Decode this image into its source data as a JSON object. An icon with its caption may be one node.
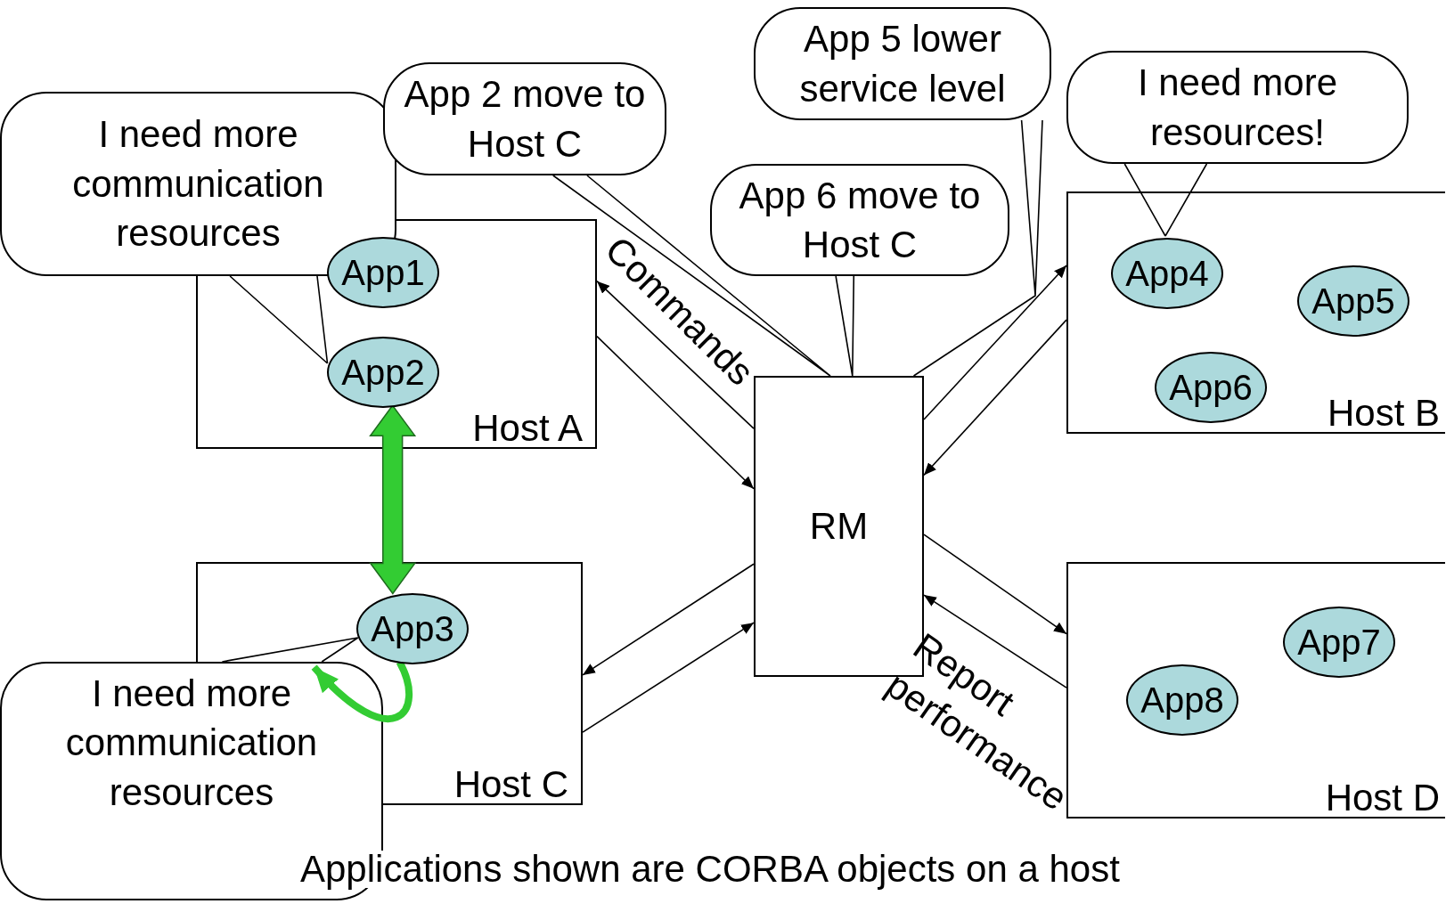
{
  "diagram": {
    "caption": "Applications shown are CORBA objects on a host",
    "nodes": [
      {
        "text": [
          "Host A"
        ]
      },
      {
        "text": [
          "App1"
        ],
        "in": 0
      },
      {
        "text": [
          "App2"
        ],
        "in": 0
      },
      {
        "text": [
          "Host C"
        ]
      },
      {
        "text": [
          "App3"
        ],
        "in": 3
      },
      {
        "text": [
          "Host B"
        ]
      },
      {
        "text": [
          "App4"
        ],
        "in": 5
      },
      {
        "text": [
          "App5"
        ],
        "in": 5
      },
      {
        "text": [
          "App6"
        ],
        "in": 5
      },
      {
        "text": [
          "Host D"
        ]
      },
      {
        "text": [
          "App7"
        ],
        "in": 9
      },
      {
        "text": [
          "App8"
        ],
        "in": 9
      },
      {
        "text": [
          "RM"
        ]
      },
      {
        "text": [
          "I need more communication resources"
        ]
      },
      {
        "text": [
          "App 2 move to Host C"
        ]
      },
      {
        "text": [
          "App 5 lower service level"
        ]
      },
      {
        "text": [
          "App 6 move to Host C"
        ]
      },
      {
        "text": [
          "I need more resources!"
        ]
      },
      {
        "text": [
          "I need more communication resources"
        ]
      }
    ],
    "edges": [
      {
        "from": 12,
        "to": 0,
        "arrow": "to",
        "label": "Commands"
      },
      {
        "from": 0,
        "to": 12,
        "arrow": "to"
      },
      {
        "from": 12,
        "to": 5,
        "arrow": "to"
      },
      {
        "from": 5,
        "to": 12,
        "arrow": "to"
      },
      {
        "from": 12,
        "to": 3,
        "arrow": "to"
      },
      {
        "from": 3,
        "to": 12,
        "arrow": "to"
      },
      {
        "from": 12,
        "to": 9,
        "arrow": "to"
      },
      {
        "from": 9,
        "to": 12,
        "arrow": "to",
        "label": "Report performance"
      },
      {
        "from": 2,
        "to": 4,
        "arrow": "both",
        "style": "thick",
        "color": "#33cc33"
      },
      {
        "from": 4,
        "to": 18,
        "arrow": "to",
        "style": "thick",
        "color": "#33cc33"
      },
      {
        "from": 13,
        "to": 2,
        "arrow": "none"
      },
      {
        "from": 14,
        "to": 12,
        "arrow": "none"
      },
      {
        "from": 15,
        "to": 12,
        "arrow": "none"
      },
      {
        "from": 16,
        "to": 12,
        "arrow": "none"
      },
      {
        "from": 17,
        "to": 6,
        "arrow": "none"
      },
      {
        "from": 18,
        "to": 4,
        "arrow": "none"
      }
    ]
  }
}
